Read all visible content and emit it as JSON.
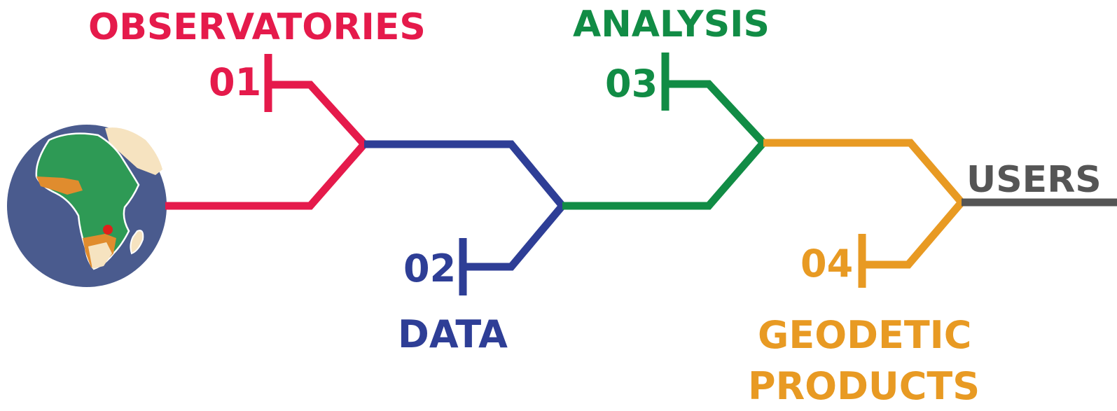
{
  "colors": {
    "observatories": "#e51a4b",
    "data": "#2e3e96",
    "analysis": "#118c45",
    "products": "#e89a23",
    "users": "#555555",
    "globe_ocean": "#4a5b8e",
    "land_green": "#2e9a55",
    "land_orange": "#e08c2e",
    "land_sand": "#f6e3c0"
  },
  "stages": [
    {
      "number": "01",
      "title": "OBSERVATORIES"
    },
    {
      "number": "02",
      "title": "DATA"
    },
    {
      "number": "03",
      "title": "ANALYSIS"
    },
    {
      "number": "04",
      "title_line1": "GEODETIC",
      "title_line2": "PRODUCTS"
    }
  ],
  "end_label": "USERS"
}
